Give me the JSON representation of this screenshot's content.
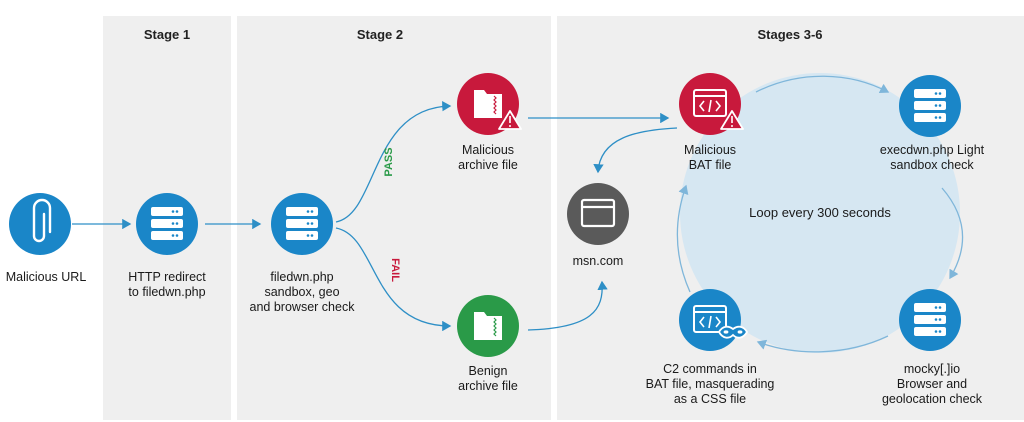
{
  "stages": [
    {
      "title": "Stage 1"
    },
    {
      "title": "Stage 2"
    },
    {
      "title": "Stages 3-6"
    }
  ],
  "nodes": {
    "malicious_url": {
      "label": "Malicious URL",
      "icon": "paperclip-icon"
    },
    "http_redirect": {
      "label": "HTTP redirect\nto filedwn.php",
      "icon": "server-icon"
    },
    "filedwn_check": {
      "label": "filedwn.php\nsandbox, geo\nand browser check",
      "icon": "server-icon"
    },
    "malicious_archive": {
      "label": "Malicious\narchive file",
      "icon": "archive-warning-icon"
    },
    "benign_archive": {
      "label": "Benign\narchive file",
      "icon": "archive-icon"
    },
    "msn": {
      "label": "msn.com",
      "icon": "browser-window-icon"
    },
    "malicious_bat": {
      "label": "Malicious\nBAT file",
      "icon": "code-window-warning-icon"
    },
    "execdwn_check": {
      "label": "execdwn.php Light\nsandbox check",
      "icon": "server-icon"
    },
    "mocky_check": {
      "label": "mocky[.]io\nBrowser and\ngeolocation check",
      "icon": "server-icon"
    },
    "c2_commands": {
      "label": "C2 commands in\nBAT file, masquerading\nas a CSS file",
      "icon": "code-window-mask-icon"
    }
  },
  "branches": {
    "pass": "PASS",
    "fail": "FAIL"
  },
  "loop_label": "Loop every 300 seconds",
  "colors": {
    "blue": "#1a86c8",
    "red": "#c8193c",
    "green": "#2a9a48",
    "gray": "#5a5a5a",
    "arrow": "#2e8fc6",
    "panel": "#efefef",
    "loop_fill": "#d6e7f2",
    "pass": "#2a9a48",
    "fail": "#c8193c"
  }
}
